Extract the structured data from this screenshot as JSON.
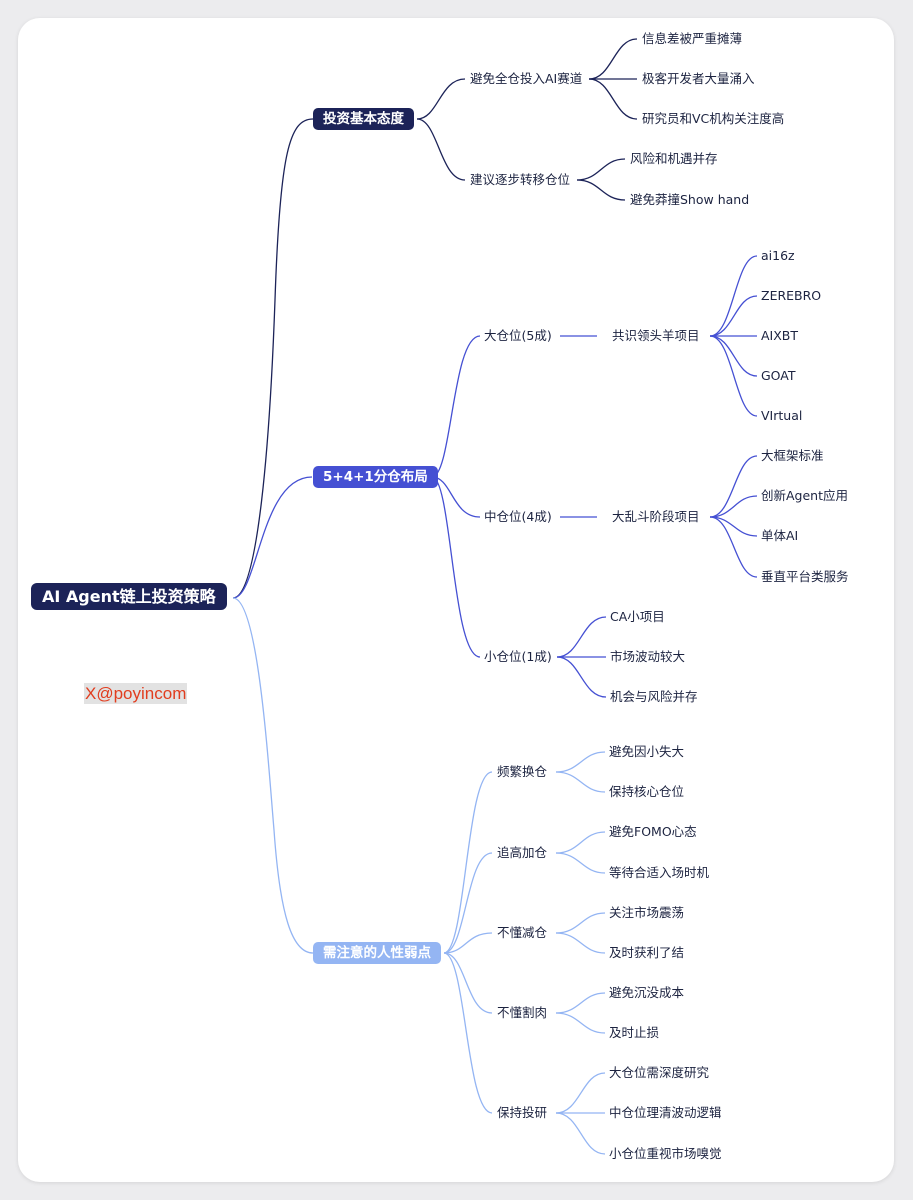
{
  "root": {
    "label": "AI Agent链上投资策略"
  },
  "watermark": "X@poyincom",
  "colors": {
    "branch1": "#1c2358",
    "branch2": "#4550d3",
    "branch3": "#94b5f3"
  },
  "branches": [
    {
      "label": "投资基本态度",
      "children": [
        {
          "label": "避免全仓投入AI赛道",
          "children": [
            "信息差被严重摊薄",
            "极客开发者大量涌入",
            "研究员和VC机构关注度高"
          ]
        },
        {
          "label": "建议逐步转移仓位",
          "children": [
            "风险和机遇并存",
            "避免莽撞Show hand"
          ]
        }
      ]
    },
    {
      "label": "5+4+1分仓布局",
      "children": [
        {
          "label": "大仓位(5成)",
          "sub": "共识领头羊项目",
          "children": [
            "ai16z",
            "ZEREBRO",
            "AIXBT",
            "GOAT",
            "VIrtual"
          ]
        },
        {
          "label": "中仓位(4成)",
          "sub": "大乱斗阶段项目",
          "children": [
            "大框架标准",
            "创新Agent应用",
            "单体AI",
            "垂直平台类服务"
          ]
        },
        {
          "label": "小仓位(1成)",
          "children": [
            "CA小项目",
            "市场波动较大",
            "机会与风险并存"
          ]
        }
      ]
    },
    {
      "label": "需注意的人性弱点",
      "children": [
        {
          "label": "频繁换仓",
          "children": [
            "避免因小失大",
            "保持核心仓位"
          ]
        },
        {
          "label": "追高加仓",
          "children": [
            "避免FOMO心态",
            "等待合适入场时机"
          ]
        },
        {
          "label": "不懂减仓",
          "children": [
            "关注市场震荡",
            "及时获利了结"
          ]
        },
        {
          "label": "不懂割肉",
          "children": [
            "避免沉没成本",
            "及时止损"
          ]
        },
        {
          "label": "保持投研",
          "children": [
            "大仓位需深度研究",
            "中仓位理清波动逻辑",
            "小仓位重视市场嗅觉"
          ]
        }
      ]
    }
  ]
}
